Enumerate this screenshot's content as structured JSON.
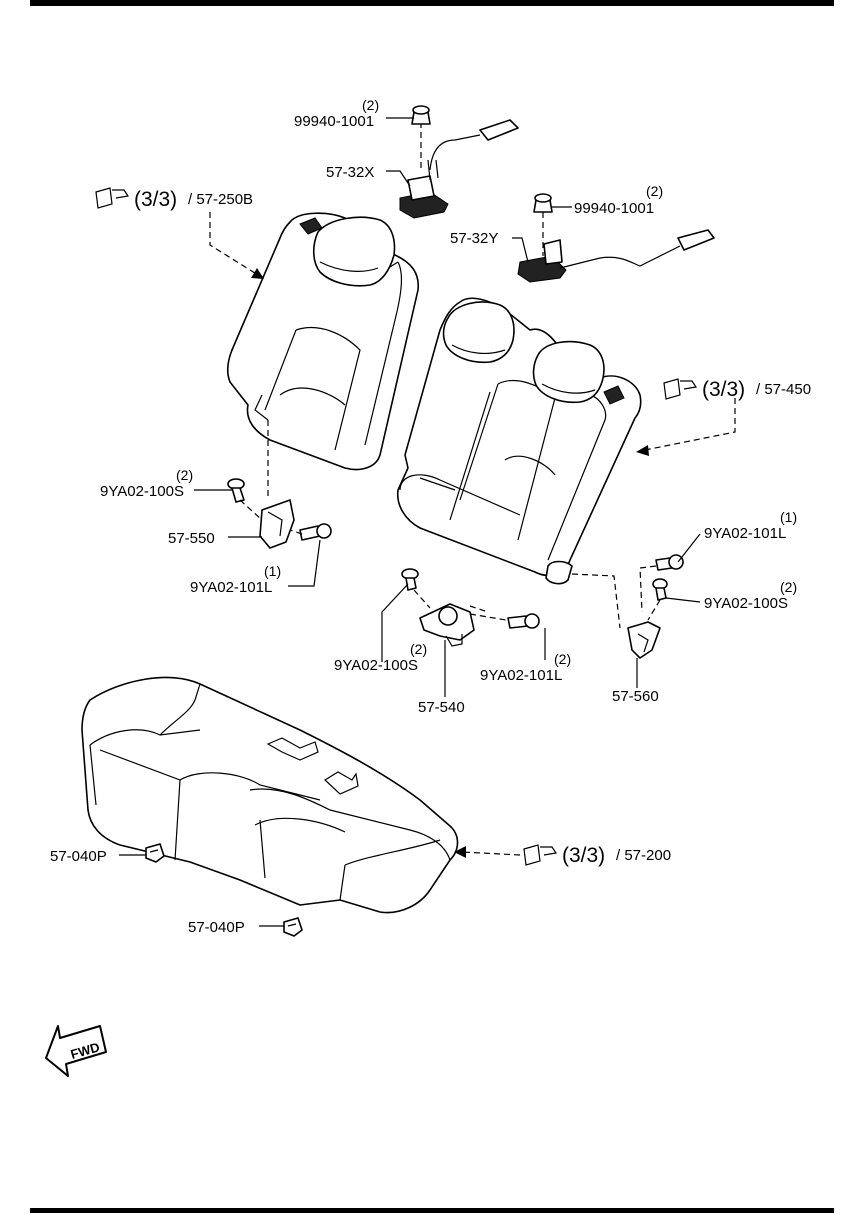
{
  "labels": {
    "qty_99940_top": "(2)",
    "p_99940_top": "99940-1001",
    "p_57_32x": "57-32X",
    "qty_99940_right": "(2)",
    "p_99940_right": "99940-1001",
    "p_57_32y": "57-32Y",
    "ref1_frac": "(3/3)",
    "ref1_num": "/ 57-250B",
    "ref2_frac": "(3/3)",
    "ref2_num": "/ 57-450",
    "ref3_frac": "(3/3)",
    "ref3_num": "/ 57-200",
    "qty_100s_left": "(2)",
    "p_100s_left": "9YA02-100S",
    "p_57_550": "57-550",
    "qty_101l_left": "(1)",
    "p_101l_left": "9YA02-101L",
    "qty_101l_right": "(1)",
    "p_101l_right": "9YA02-101L",
    "qty_100s_right": "(2)",
    "p_100s_right": "9YA02-100S",
    "qty_100s_mid": "(2)",
    "p_100s_mid": "9YA02-100S",
    "qty_101l_mid": "(2)",
    "p_101l_mid": "9YA02-101L",
    "p_57_540": "57-540",
    "p_57_560": "57-560",
    "p_57_040p_a": "57-040P",
    "p_57_040p_b": "57-040P",
    "fwd": "FWD"
  }
}
